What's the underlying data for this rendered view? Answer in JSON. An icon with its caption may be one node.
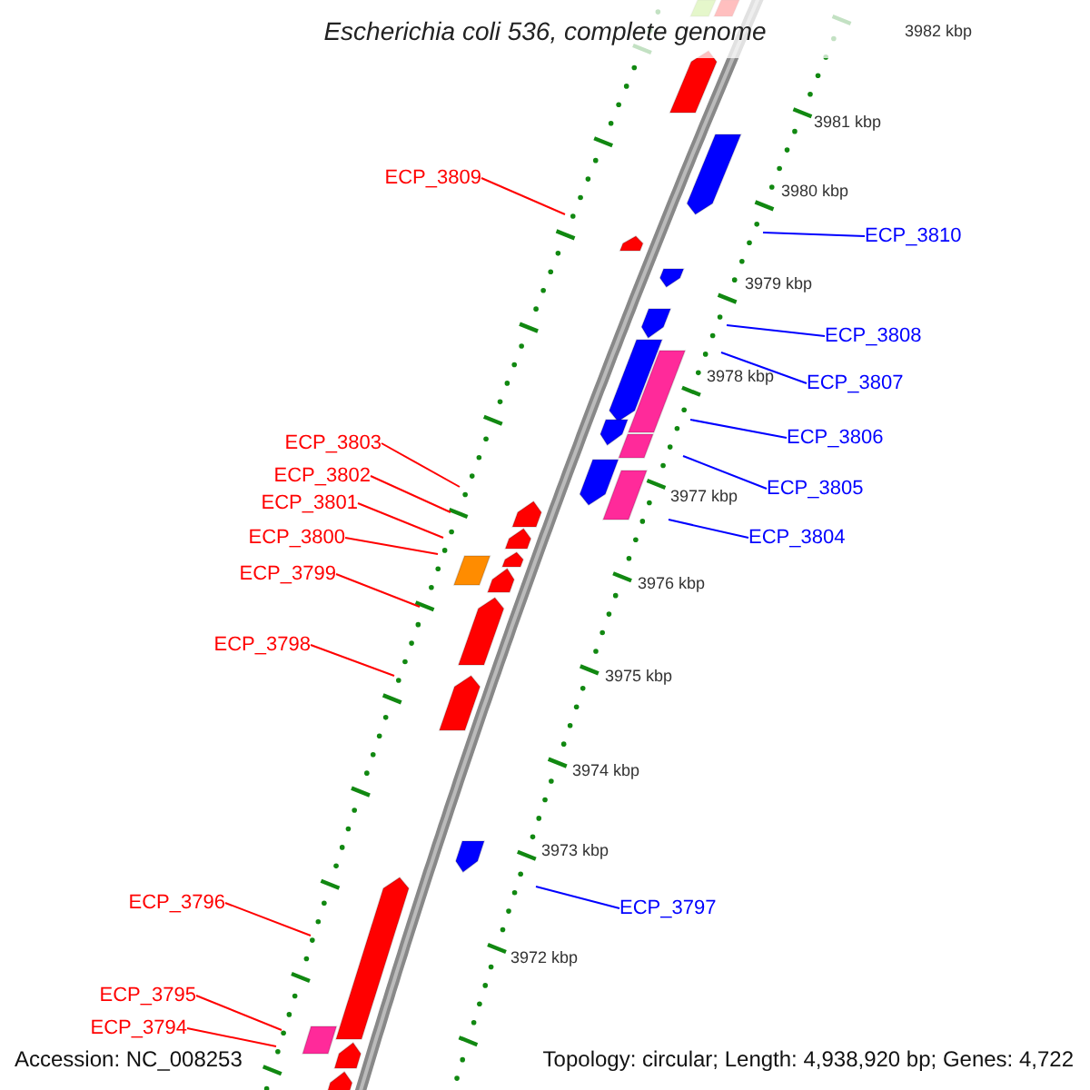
{
  "diagram": {
    "title": "Escherichia coli 536, complete genome",
    "nodes": [
      {
        "text": [
          "ECP_3809"
        ]
      },
      {
        "text": [
          "ECP_3810"
        ]
      },
      {
        "text": [
          "ECP_3808"
        ]
      },
      {
        "text": [
          "ECP_3807"
        ]
      },
      {
        "text": [
          "ECP_3806"
        ]
      },
      {
        "text": [
          "ECP_3803"
        ]
      },
      {
        "text": [
          "ECP_3802"
        ]
      },
      {
        "text": [
          "ECP_3805"
        ]
      },
      {
        "text": [
          "ECP_3801"
        ]
      },
      {
        "text": [
          "ECP_3800"
        ]
      },
      {
        "text": [
          "ECP_3804"
        ]
      },
      {
        "text": [
          "ECP_3799"
        ]
      },
      {
        "text": [
          "ECP_3798"
        ]
      },
      {
        "text": [
          "ECP_3796"
        ]
      },
      {
        "text": [
          "ECP_3797"
        ]
      },
      {
        "text": [
          "ECP_3795"
        ]
      },
      {
        "text": [
          "ECP_3794"
        ]
      }
    ],
    "edges": [
      {
        "from": 0,
        "to": null,
        "arrow": "none"
      },
      {
        "from": 1,
        "to": null,
        "arrow": "none",
        "color": "#0000ff"
      },
      {
        "from": 2,
        "to": null,
        "arrow": "none",
        "color": "#0000ff"
      },
      {
        "from": 3,
        "to": null,
        "arrow": "none",
        "color": "#0000ff"
      },
      {
        "from": 4,
        "to": null,
        "arrow": "none",
        "color": "#0000ff"
      },
      {
        "from": 5,
        "to": null,
        "arrow": "none"
      },
      {
        "from": 6,
        "to": null,
        "arrow": "none"
      },
      {
        "from": 7,
        "to": null,
        "arrow": "none",
        "color": "#0000ff"
      },
      {
        "from": 8,
        "to": null,
        "arrow": "none"
      },
      {
        "from": 9,
        "to": null,
        "arrow": "none"
      },
      {
        "from": 10,
        "to": null,
        "arrow": "none",
        "color": "#0000ff"
      },
      {
        "from": 11,
        "to": null,
        "arrow": "none"
      },
      {
        "from": 12,
        "to": null,
        "arrow": "none"
      },
      {
        "from": 13,
        "to": null,
        "arrow": "none"
      },
      {
        "from": 14,
        "to": null,
        "arrow": "none",
        "color": "#0000ff"
      },
      {
        "from": 15,
        "to": null,
        "arrow": "none"
      },
      {
        "from": 16,
        "to": null,
        "arrow": "none"
      }
    ],
    "labels": [
      "3982 kbp",
      "3981 kbp",
      "3980 kbp",
      "3979 kbp",
      "3978 kbp",
      "3977 kbp",
      "3976 kbp",
      "3975 kbp",
      "3974 kbp",
      "3973 kbp",
      "3972 kbp",
      "Accession: NC_008253",
      "Topology: circular; Length: 4,938,920 bp; Genes: 4,722"
    ]
  }
}
